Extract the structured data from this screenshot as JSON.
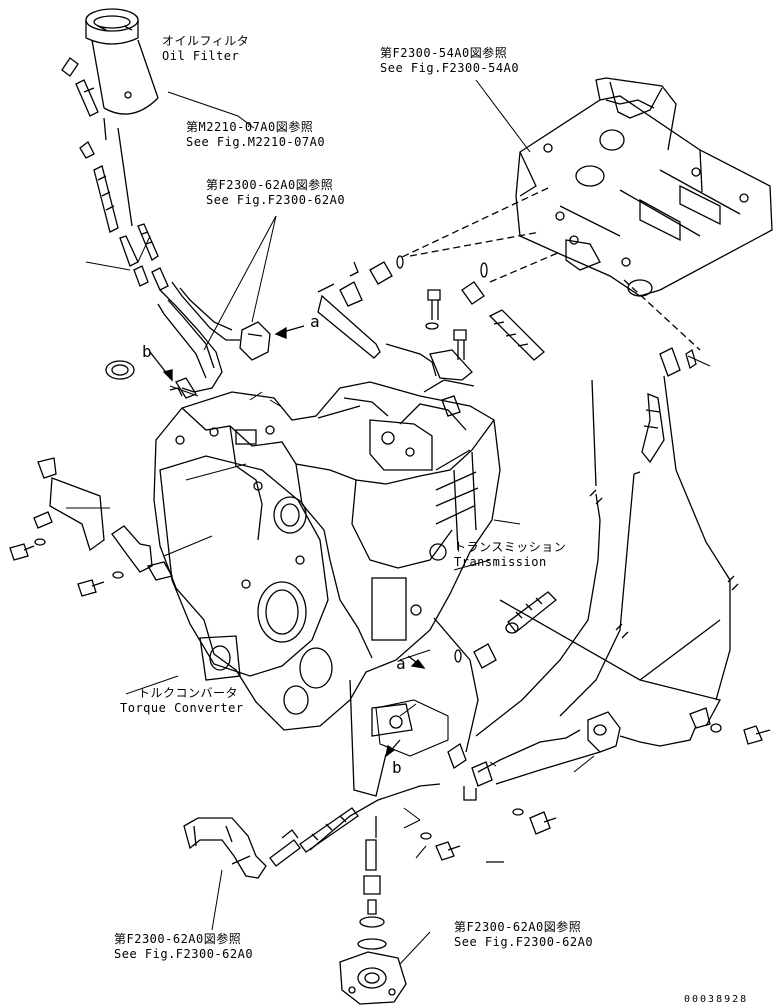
{
  "callouts": {
    "oil_filter": {
      "jp": "オイルフィルタ",
      "en": "Oil Filter"
    },
    "ref_m2210": {
      "jp": "第M2210-07A0図参照",
      "en": "See Fig.M2210-07A0"
    },
    "ref_f2300_54": {
      "jp": "第F2300-54A0図参照",
      "en": "See Fig.F2300-54A0"
    },
    "ref_f2300_62_top": {
      "jp": "第F2300-62A0図参照",
      "en": "See Fig.F2300-62A0"
    },
    "transmission": {
      "jp": "トランスミッション",
      "en": "Transmission"
    },
    "torque_converter": {
      "jp": "トルクコンバータ",
      "en": "Torque Converter"
    },
    "ref_f2300_62_left": {
      "jp": "第F2300-62A0図参照",
      "en": "See Fig.F2300-62A0"
    },
    "ref_f2300_62_right": {
      "jp": "第F2300-62A0図参照",
      "en": "See Fig.F2300-62A0"
    }
  },
  "markers": {
    "a_top": "a",
    "b_left": "b",
    "a_bottom": "a",
    "b_bottom": "b"
  },
  "document_number": "00038928"
}
